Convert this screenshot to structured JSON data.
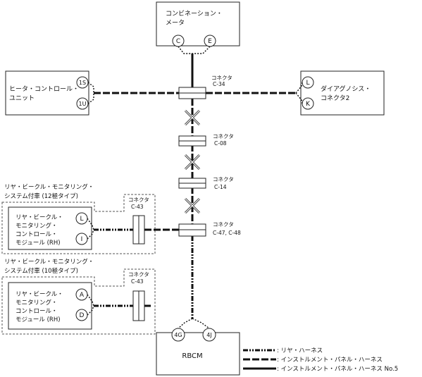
{
  "components": {
    "combination_meter": {
      "line1": "コンビネーション・",
      "line2": "メータ",
      "pins": [
        "C",
        "E"
      ]
    },
    "heater_control": {
      "line1": "ヒータ・コントロール・",
      "line2": "ユニット",
      "pins": [
        "1S",
        "1U"
      ]
    },
    "diagnosis_connector": {
      "line1": "ダイアグノシス・",
      "line2": "コネクタ2",
      "pins": [
        "L",
        "K"
      ]
    },
    "rbcm": {
      "label": "RBCM",
      "pins": [
        "4G",
        "4J"
      ]
    },
    "rear_module_12": {
      "group_line1": "リヤ・ビークル・モニタリング・",
      "group_line2": "システム付車 (12極タイプ)",
      "line1": "リヤ・ビークル・",
      "line2": "モニタリング・",
      "line3": "コントロール・",
      "line4": "モジュール (RH)",
      "pins": [
        "L",
        "I"
      ]
    },
    "rear_module_10": {
      "group_line1": "リヤ・ビークル・モニタリング・",
      "group_line2": "システム付車 (10極タイプ)",
      "line1": "リヤ・ビークル・",
      "line2": "モニタリング・",
      "line3": "コントロール・",
      "line4": "モジュール (RH)",
      "pins": [
        "A",
        "D"
      ]
    }
  },
  "connectors": {
    "c34": {
      "label": "コネクタ",
      "code": "C-34"
    },
    "c08": {
      "label": "コネクタ",
      "code": "C-08"
    },
    "c14": {
      "label": "コネクタ",
      "code": "C-14"
    },
    "c47": {
      "label": "コネクタ",
      "code": "C-47, C-48"
    },
    "c43a": {
      "label": "コネクタ",
      "code": "C-43"
    },
    "c43b": {
      "label": "コネクタ",
      "code": "C-43"
    }
  },
  "legend": {
    "rear": ": リヤ・ハーネス",
    "inst": ": インストルメント・パネル・ハーネス",
    "inst5": ": インストルメント・パネル・ハーネス No.5"
  }
}
